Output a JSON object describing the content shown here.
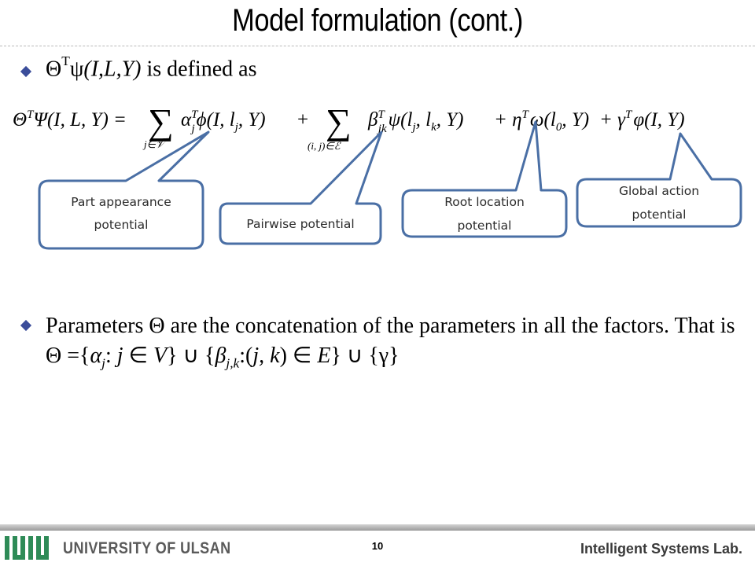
{
  "title": "Model formulation (cont.)",
  "bullet1": {
    "theta": "Θ",
    "sup_t": "T",
    "psi": "ψ",
    "args": "(I,L,Y)",
    "rest": " is defined as"
  },
  "formula": {
    "lhs": "Θ",
    "lhs_sup": "T",
    "lhs_psi": "Ψ(I, L, Y) =",
    "sum1_sub": "j∈𝒱",
    "term1": "α",
    "term1_sup": "T",
    "term1_sub": "j",
    "term1_rest": "ϕ(I, l",
    "term1_rest_sub": "j",
    "term1_end": ", Y)",
    "plus1": "+",
    "sum2_sub": "(i, j)∈ℰ",
    "term2": "β",
    "term2_sup": "T",
    "term2_sub": "jk",
    "term2_rest": "ψ(l",
    "term2_l1": "j",
    "term2_mid": ", l",
    "term2_l2": "k",
    "term2_end": ", Y)",
    "plus2": "+ η",
    "term3_sup": "T",
    "term3_rest": "ω(l",
    "term3_sub": "0",
    "term3_end": ", Y)",
    "plus3": "+ γ",
    "term4_sup": "T",
    "term4_rest": "φ(I, Y)",
    "sigma": "∑"
  },
  "callouts": {
    "part_appearance": [
      "Part appearance",
      "potential"
    ],
    "pairwise": [
      "Pairwise potential"
    ],
    "root_location": [
      "Root location",
      "potential"
    ],
    "global_action": [
      "Global action",
      "potential"
    ]
  },
  "bullet2": {
    "text1": "Parameters ",
    "theta": "Θ",
    "text2": " are the concatenation of the parameters in all the factors. That is ",
    "theta2": "Θ",
    "text3": " ={",
    "alpha": "α",
    "alpha_sub": "j",
    "text4": ": ",
    "j": "j",
    "elem1": " ∈ ",
    "V": "V",
    "text5": "} ∪ {",
    "beta": "β",
    "beta_sub": "j,k",
    "text6": ":(",
    "jk": "j, k",
    "text7": ") ∈ ",
    "E": "E",
    "text8": "} ∪ {",
    "gamma": "γ",
    "text9": "}"
  },
  "footer": {
    "university": "UNIVERSITY OF ULSAN",
    "page": "10",
    "lab": "Intelligent Systems Lab."
  },
  "colors": {
    "bullet": "#3b4d9a",
    "callout_border": "#4a6fa5",
    "title": "#000000"
  }
}
